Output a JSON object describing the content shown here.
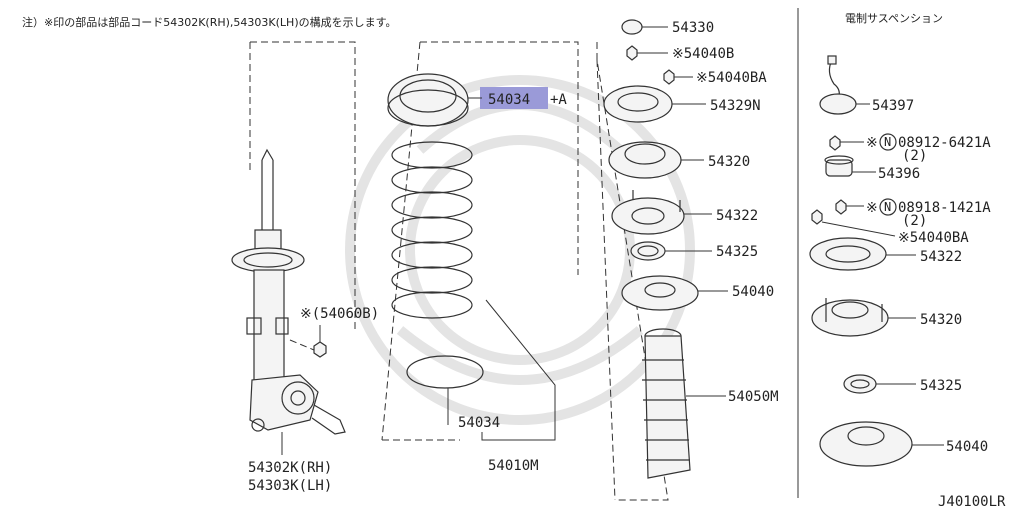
{
  "note": "注）※印の部品は部品コード54302K(RH),54303K(LH)の構成を示します。",
  "right_panel_title": "電制サスペンション",
  "diagram_code": "J40100LR",
  "accent_color": "#9a9ad8",
  "labels": {
    "p54330": "54330",
    "p54040B": "※54040B",
    "p54040BA_top": "※54040BA",
    "p54034A": "54034",
    "p54034A_suffix": "+A",
    "p54329N": "54329N",
    "p54320_mid": "54320",
    "p54322_mid": "54322",
    "p54325_mid": "54325",
    "p54040_mid": "54040",
    "p54050M": "54050M",
    "p54060B": "※(54060B)",
    "p54034": "54034",
    "p54010M": "54010M",
    "p54302K": "54302K(RH)",
    "p54303K": "54303K(LH)",
    "p54397": "54397",
    "p08912_prefix": "※",
    "p08912_circle": "N",
    "p08912": "08912-6421A",
    "p08912_qty": "(2)",
    "p54396": "54396",
    "p08918_prefix": "※",
    "p08918_circle": "N",
    "p08918": "08918-1421A",
    "p08918_qty": "(2)",
    "p54040BA_right": "※54040BA",
    "p54322_right": "54322",
    "p54320_right": "54320",
    "p54325_right": "54325",
    "p54040_right": "54040"
  }
}
